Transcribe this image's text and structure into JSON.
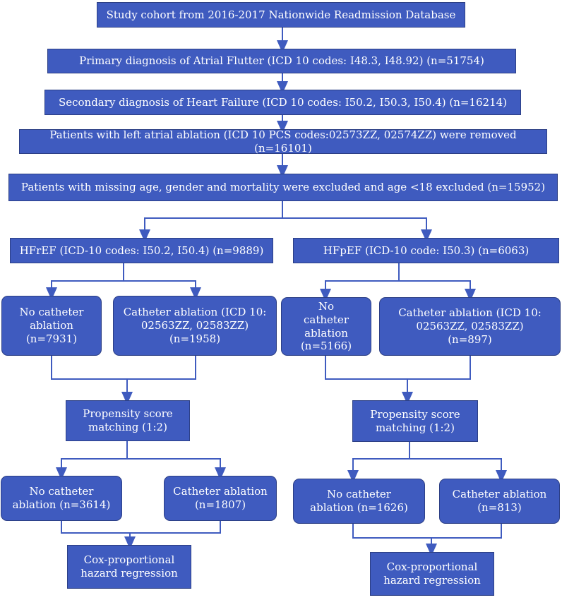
{
  "flow": {
    "cohort": "Study cohort from 2016-2017 Nationwide Readmission Database",
    "primary_dx": "Primary diagnosis of Atrial Flutter (ICD 10 codes: I48.3, I48.92) (n=51754)",
    "secondary_dx": "Secondary diagnosis of Heart Failure (ICD 10 codes: I50.2, I50.3, I50.4) (n=16214)",
    "ablation_removed": "Patients with left atrial ablation (ICD 10 PCS codes:02573ZZ, 02574ZZ) were removed (n=16101)",
    "missing_excluded": "Patients with missing age, gender and mortality were excluded and age <18 excluded (n=15952)",
    "hfref": {
      "title": "HFrEF (ICD-10 codes: I50.2, I50.4) (n=9889)",
      "no_ablation": "No catheter\nablation\n(n=7931)",
      "ablation": "Catheter ablation (ICD 10:\n02563ZZ, 02583ZZ)\n(n=1958)",
      "psm": "Propensity score\nmatching (1:2)",
      "matched_no": "No catheter\nablation (n=3614)",
      "matched_yes": "Catheter ablation\n(n=1807)",
      "cox": "Cox-proportional\nhazard regression"
    },
    "hfpef": {
      "title": "HFpEF (ICD-10 code: I50.3) (n=6063)",
      "no_ablation": "No\ncatheter\nablation\n(n=5166)",
      "ablation": "Catheter ablation (ICD 10:\n02563ZZ, 02583ZZ)\n(n=897)",
      "psm": "Propensity score\nmatching (1:2)",
      "matched_no": "No catheter\nablation (n=1626)",
      "matched_yes": "Catheter ablation\n(n=813)",
      "cox": "Cox-proportional\nhazard regression"
    }
  }
}
